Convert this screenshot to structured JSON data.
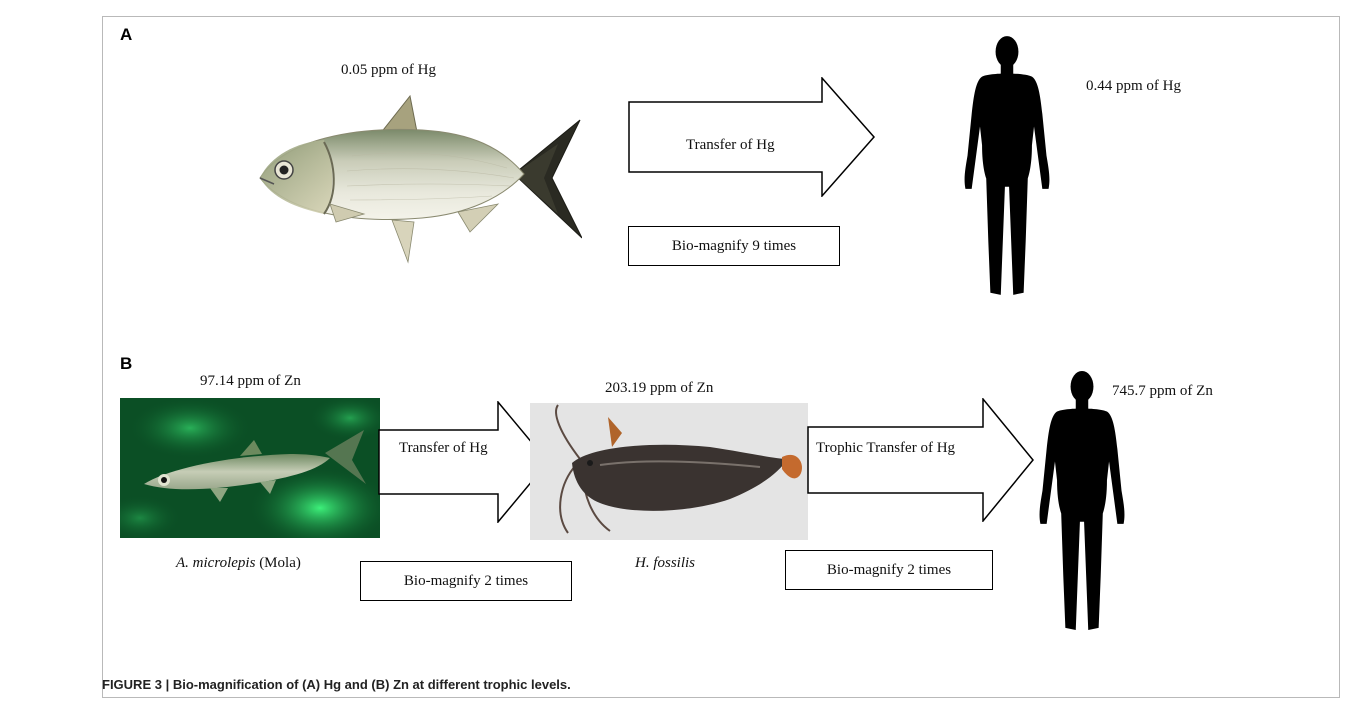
{
  "panel_a": {
    "letter": "A",
    "fish_label": "0.05 ppm of Hg",
    "arrow_label": "Transfer of Hg",
    "box_label": "Bio-magnify 9 times",
    "human_label": "0.44 ppm of Hg"
  },
  "panel_b": {
    "letter": "B",
    "fish1_label": "97.14 ppm of Zn",
    "fish1_name_italic": "A. microlepis",
    "fish1_name_plain": " (Mola)",
    "arrow1_label": "Transfer of Hg",
    "box1_label": "Bio-magnify 2 times",
    "fish2_label": "203.19 ppm of Zn",
    "fish2_name_italic": "H. fossilis",
    "arrow2_label": "Trophic Transfer of Hg",
    "box2_label": "Bio-magnify 2 times",
    "human_label": "745.7 ppm of Zn"
  },
  "caption": "FIGURE 3 | Bio-magnification of (A) Hg and (B) Zn at different trophic levels.",
  "colors": {
    "silhouette": "#000000",
    "mola_bg": "#0d5a2a",
    "catfish_bg": "#e4e4e4",
    "catfish_body": "#3a3330"
  }
}
